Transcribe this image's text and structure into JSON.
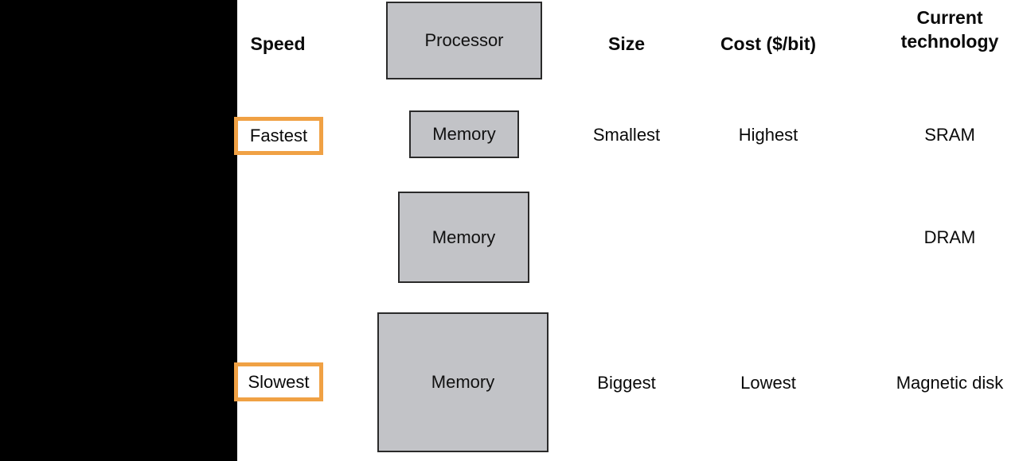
{
  "colors": {
    "background": "#ffffff",
    "side_panel": "#000000",
    "box_fill": "#c2c3c7",
    "box_border": "#2a2a2a",
    "highlight_border": "#f0a144",
    "text": "#0a0a0a"
  },
  "headers": {
    "speed": "Speed",
    "size": "Size",
    "cost": "Cost ($/bit)",
    "technology_line1": "Current",
    "technology_line2": "technology"
  },
  "processor": {
    "label": "Processor"
  },
  "memory_levels": [
    {
      "label": "Memory",
      "speed": "Fastest",
      "size": "Smallest",
      "cost": "Highest",
      "technology": "SRAM"
    },
    {
      "label": "Memory",
      "technology": "DRAM"
    },
    {
      "label": "Memory",
      "speed": "Slowest",
      "size": "Biggest",
      "cost": "Lowest",
      "technology": "Magnetic disk"
    }
  ]
}
